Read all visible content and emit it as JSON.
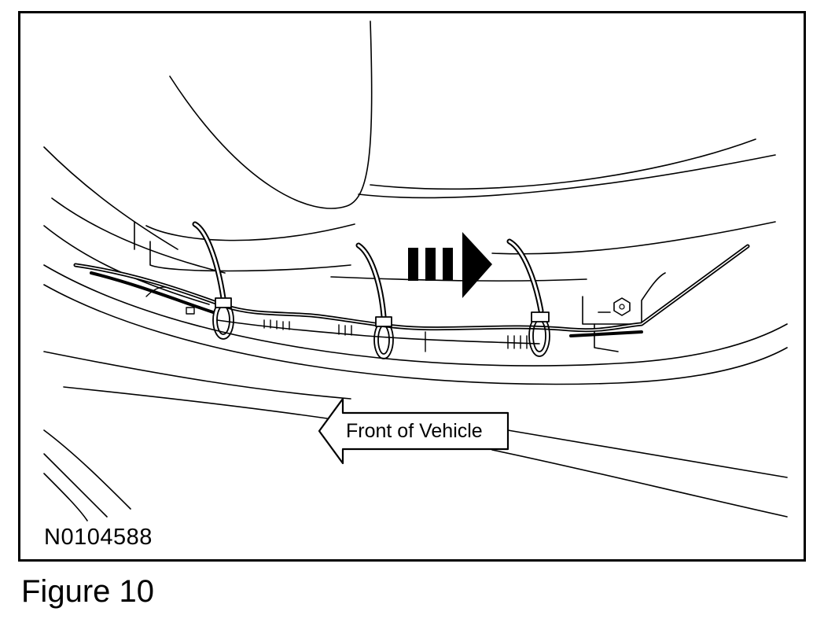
{
  "figure": {
    "id": "N0104588",
    "caption": "Figure 10",
    "direction_label": "Front of Vehicle"
  }
}
